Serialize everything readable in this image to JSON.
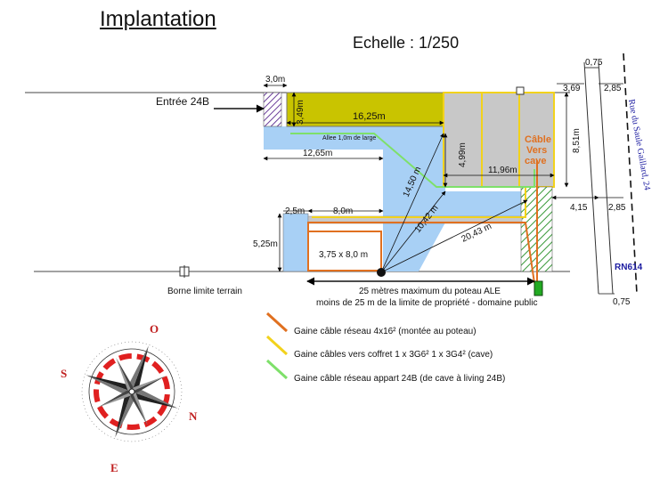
{
  "header": {
    "title": "Implantation",
    "scale": "Echelle : 1/250"
  },
  "labels": {
    "entree": "Entrée 24B",
    "dim_3m": "3,0m",
    "dim_349": "3,49m",
    "dim_1625": "16,25m",
    "allee": "Allee 1,0m de large",
    "dim_1265": "12,65m",
    "dim_499": "4,99m",
    "dim_1196": "11,96m",
    "dim_851": "8,51m",
    "dim_369": "3,69",
    "dim_285_top": "2,85",
    "dim_075_top": "0,75",
    "dim_415": "4,15",
    "dim_285_mid": "2,85",
    "dim_075_bot": "0,75",
    "cable_vers": "Câble",
    "cable_vers2": "Vers",
    "cable_vers3": "cave",
    "dim_25": "2,5m",
    "dim_80": "8,0m",
    "dim_525": "5,25m",
    "box_375": "3,75 x 8,0 m",
    "dim_1450": "14,50 m",
    "dim_1042": "10,42 m",
    "dim_2043": "20,43 m",
    "rue": "Rue du Saule Gaillard, 24",
    "rn614": "RN614",
    "borne": "Borne limite terrain",
    "note1": "25 mètres maximum du poteau ALE",
    "note2": "moins de 25 m de la limite de propriété - domaine public"
  },
  "legend": [
    {
      "color": "#e07020",
      "text": "Gaine câble réseau 4x16² (montée au poteau)"
    },
    {
      "color": "#f2d21c",
      "text": "Gaine câbles vers coffret 1 x 3G6² 1 x 3G4² (cave)"
    },
    {
      "color": "#7ee06a",
      "text": "Gaine câble réseau appart 24B (de cave à living 24B)"
    }
  ],
  "compass": {
    "n": "N",
    "s": "S",
    "e": "E",
    "o": "O"
  },
  "colors": {
    "olive": "#c9c400",
    "grey": "#c8c8c8",
    "lightblue": "#a8d0f5",
    "orange": "#e07020",
    "yellow": "#f2d21c",
    "green": "#7ee06a",
    "darkblue": "#1a1aa0"
  }
}
